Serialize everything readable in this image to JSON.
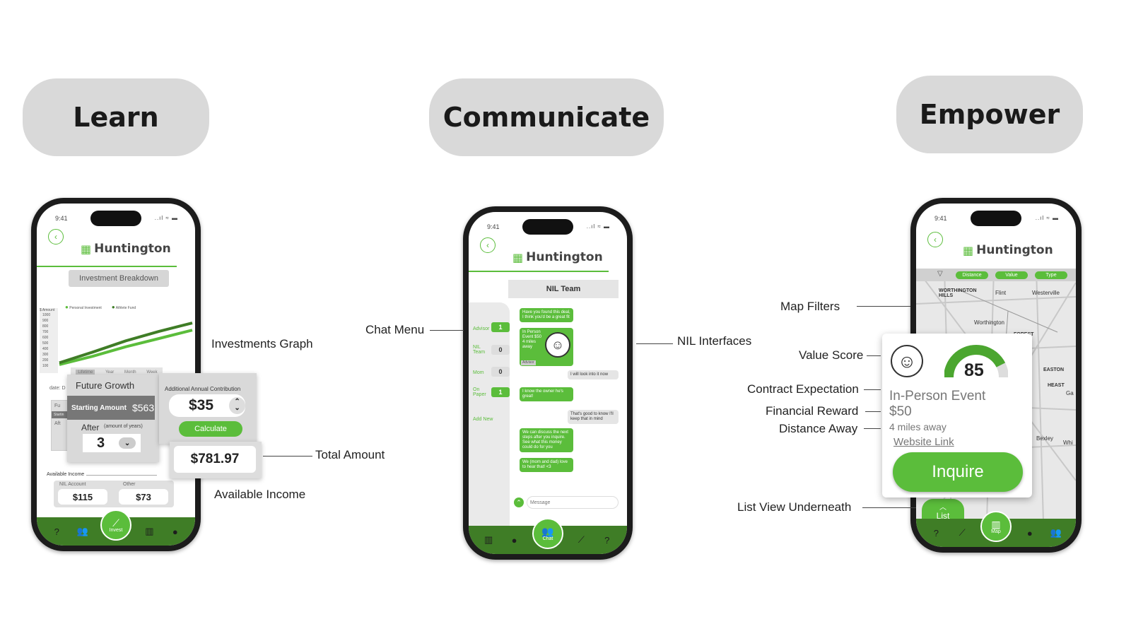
{
  "sections": {
    "learn": "Learn",
    "communicate": "Communicate",
    "empower": "Empower"
  },
  "status": {
    "time": "9:41",
    "signal": "..ıl ≈ ▬"
  },
  "brand": "Huntington",
  "learn": {
    "breakdown_button": "Investment Breakdown",
    "legend": [
      "Personal Investment",
      "Athlete Fund"
    ],
    "y_axis_label": "$ Amount",
    "y_ticks": [
      "1000",
      "900",
      "800",
      "700",
      "600",
      "500",
      "400",
      "300",
      "200",
      "100"
    ],
    "time_tabs": [
      "Lifetime",
      "Year",
      "Month",
      "Week"
    ],
    "date_label": "date: D",
    "future_growth": "Future Growth",
    "starting_amount_label": "Starting Amount",
    "starting_amount_value": "$563",
    "after_label": "After",
    "after_hint": "(amount of years)",
    "years_value": "3",
    "contribution_label": "Additional Annual Contribution",
    "contribution_value": "$35",
    "calculate_label": "Calculate",
    "total_value": "$781.97",
    "available_income_label": "Available Income",
    "nil_account_label": "NIL Account",
    "nil_account_value": "$115",
    "other_label": "Other",
    "other_value": "$73",
    "ghost_fu": "Fu",
    "ghost_starting": "Startin",
    "ghost_aft": "Aft",
    "tab_active_label": "Invest",
    "chart_data": {
      "type": "line",
      "ylabel": "$ Amount",
      "ylim": [
        0,
        1000
      ],
      "series": [
        {
          "name": "Personal Investment",
          "values": [
            120,
            260,
            420,
            560,
            700
          ]
        },
        {
          "name": "Athlete Fund",
          "values": [
            150,
            330,
            520,
            680,
            820
          ]
        }
      ]
    }
  },
  "callouts": {
    "investments_graph": "Investments Graph",
    "total_amount": "Total Amount",
    "available_income": "Available Income",
    "chat_menu": "Chat Menu",
    "nil_interfaces": "NIL Interfaces",
    "map_filters": "Map Filters",
    "value_score": "Value Score",
    "contract_expectation": "Contract Expectation",
    "financial_reward": "Financial Reward",
    "distance_away": "Distance Away",
    "list_view": "List View Underneath"
  },
  "chat": {
    "header": "NIL Team",
    "menu": [
      {
        "name": "Advisor",
        "count": "1"
      },
      {
        "name": "NIL Team",
        "count": "0"
      },
      {
        "name": "Mom",
        "count": "0"
      },
      {
        "name": "On Paper",
        "count": "1"
      }
    ],
    "add_new": "Add New",
    "messages": [
      "Have you found this deal, I think you'd be a great fit",
      "In Person Event $50 4 miles away",
      "I will look into it now",
      "I know the owner he's great!",
      "That's good to know I'll keep that in mind",
      "We can discuss the next steps after you inquire. See what this money could do for you",
      "We (mom and dad) love to hear that! <3"
    ],
    "sender_tag": "Advisor",
    "placeholder": "Message",
    "tab_active_label": "Chat"
  },
  "empower": {
    "filters": [
      "Distance",
      "Value",
      "Type"
    ],
    "places": [
      "WORTHINGTON HILLS",
      "Flint",
      "Westerville",
      "Worthington",
      "FOREST",
      "EASTON",
      "HEAST",
      "Bexley",
      "Whi",
      "Ga"
    ],
    "score": "85",
    "event": "In-Person Event",
    "reward": "$50",
    "distance": "4 miles away",
    "website": "Website Link",
    "inquire": "Inquire",
    "list": "List",
    "tab_active_label": "Map"
  },
  "icons": {
    "back": "‹",
    "question": "?",
    "people": "👥",
    "map": "▥",
    "person": "●",
    "trend": "⟋"
  },
  "colors": {
    "accent": "#5bbd3b",
    "dark_green": "#3f7d26",
    "pill": "#d9d9d9"
  }
}
